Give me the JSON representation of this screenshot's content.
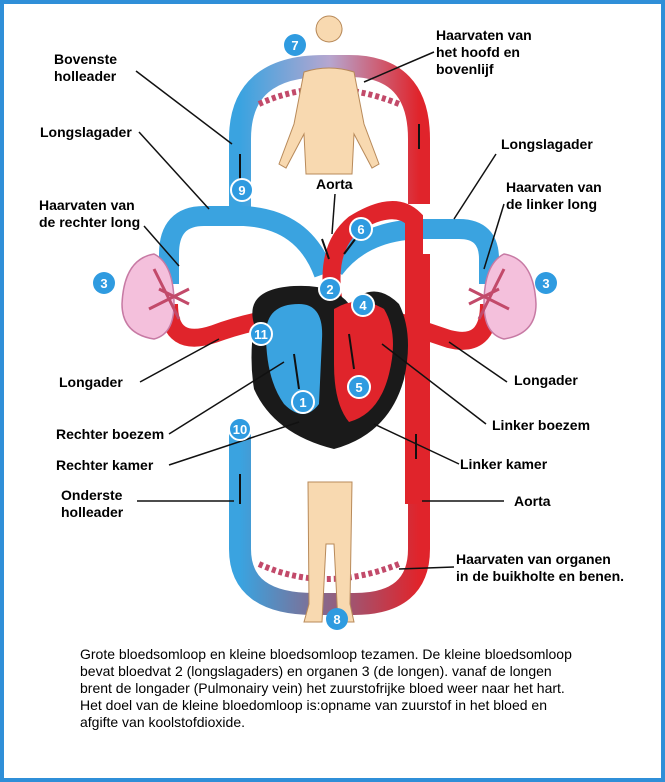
{
  "labels": {
    "bovenste_holleader": "Bovenste\nholleader",
    "haarvaten_hoofd": "Haarvaten van\nhet hoofd en\nbovenlijf",
    "longslagader_left": "Longslagader",
    "longslagader_right": "Longslagader",
    "aorta_top": "Aorta",
    "haarvaten_rechter_long": "Haarvaten van\nde rechter long",
    "haarvaten_linker_long": "Haarvaten van\nde linker long",
    "longader_left": "Longader",
    "longader_right": "Longader",
    "linker_boezem": "Linker boezem",
    "rechter_boezem": "Rechter boezem",
    "rechter_kamer": "Rechter kamer",
    "linker_kamer": "Linker kamer",
    "onderste_holleader": "Onderste\nholleader",
    "aorta_bottom": "Aorta",
    "haarvaten_organen": "Haarvaten van organen\nin de buikholte en benen."
  },
  "badges": {
    "n1": "1",
    "n2": "2",
    "n3_left": "3",
    "n3_right": "3",
    "n4": "4",
    "n5": "5",
    "n6": "6",
    "n7": "7",
    "n8": "8",
    "n9": "9",
    "n10": "10",
    "n11": "11"
  },
  "caption": "Grote bloedsomloop  en kleine bloedsomloop tezamen. De kleine bloedsomloop bevat bloedvat 2 (longslagaders) en organen 3 (de longen). vanaf de longen brent de longader (Pulmonairy vein) het zuurstofrijke bloed weer naar het hart. Het doel van de kleine bloedomloop is:opname van zuurstof in het bloed en afgifte van koolstofdioxide.",
  "colors": {
    "frame": "#2f8fd8",
    "venous_blue": "#3aa3e0",
    "arterial_red": "#e0242b",
    "body": "#f8d9b0",
    "lung": "#f4c0dc",
    "heart_dark": "#1a1a1a",
    "badge": "#2f9be0"
  }
}
